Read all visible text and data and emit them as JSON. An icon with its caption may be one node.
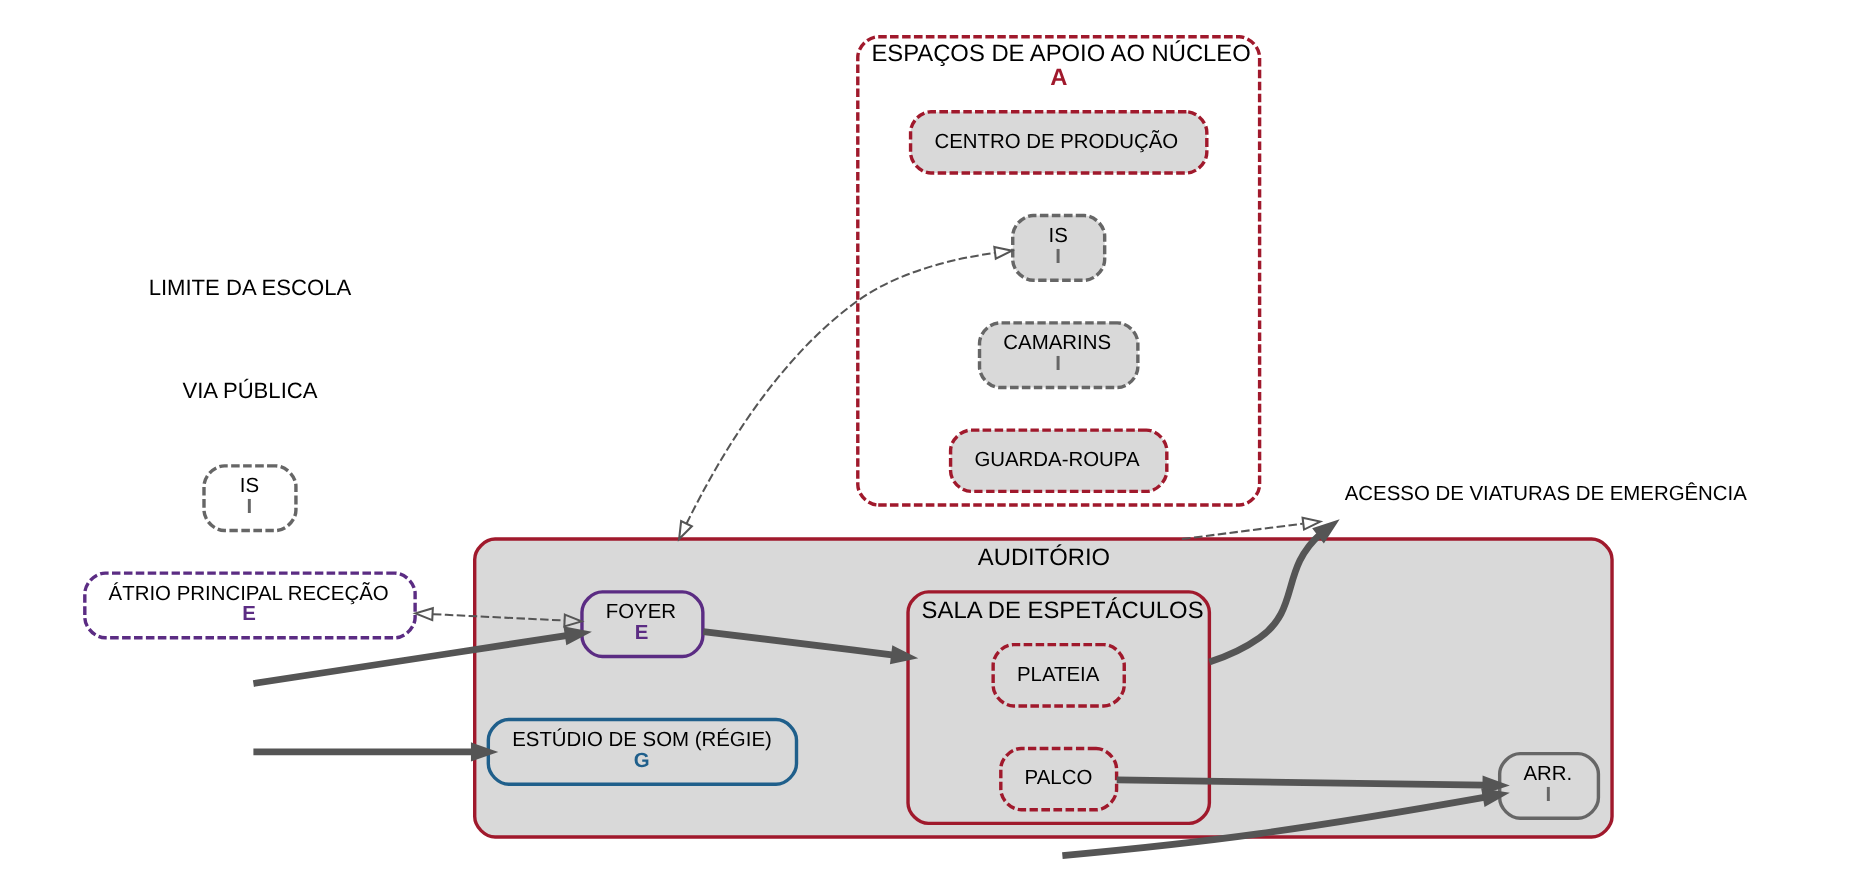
{
  "diagram": {
    "nodes": [
      {
        "text": [
          "ÁTRIO PRINCIPAL RECEÇÃO",
          "E"
        ]
      },
      {
        "text": [
          "IS",
          "I"
        ]
      },
      {
        "text": [
          "ACESSO DE VIATURAS DE EMERGÊNCIA"
        ]
      },
      {
        "text": [
          "AUDITÓRIO"
        ]
      },
      {
        "text": [
          "FOYER",
          "E"
        ],
        "in": 3
      },
      {
        "text": [
          "SALA DE ESPETÁCULOS"
        ],
        "in": 3
      },
      {
        "text": [
          "PLATEIA"
        ],
        "in": 5
      },
      {
        "text": [
          "PALCO"
        ],
        "in": 5
      },
      {
        "text": [
          "ESTÚDIO DE SOM (RÉGIE)",
          "G"
        ],
        "in": 3
      },
      {
        "text": [
          "ARR.",
          "I"
        ],
        "in": 3
      },
      {
        "text": [
          "ESPAÇOS DE APOIO AO NÚCLEO",
          "A"
        ]
      },
      {
        "text": [
          "CENTRO DE PRODUÇÃO"
        ],
        "in": 10
      },
      {
        "text": [
          "IS",
          "I"
        ],
        "in": 10
      },
      {
        "text": [
          "CAMARINS",
          "I"
        ],
        "in": 10
      },
      {
        "text": [
          "GUARDA-ROUPA"
        ],
        "in": 10
      }
    ],
    "edges": [
      {
        "from": 0,
        "to": 4,
        "arrow": "both",
        "style": "dashed"
      },
      {
        "from": null,
        "to": 4,
        "arrow": "to"
      },
      {
        "from": 4,
        "to": 5,
        "arrow": "to"
      },
      {
        "from": 5,
        "to": 2,
        "arrow": "to"
      },
      {
        "from": 3,
        "to": 2,
        "arrow": "to",
        "style": "dashed"
      },
      {
        "from": 7,
        "to": 9,
        "arrow": "to"
      },
      {
        "from": null,
        "to": 9,
        "arrow": "to"
      },
      {
        "from": null,
        "to": 8,
        "arrow": "to"
      },
      {
        "from": 3,
        "to": 12,
        "arrow": "both",
        "style": "dashed"
      }
    ],
    "labels": [
      "VIA PÚBLICA",
      "LIMITE DA ESCOLA"
    ]
  }
}
